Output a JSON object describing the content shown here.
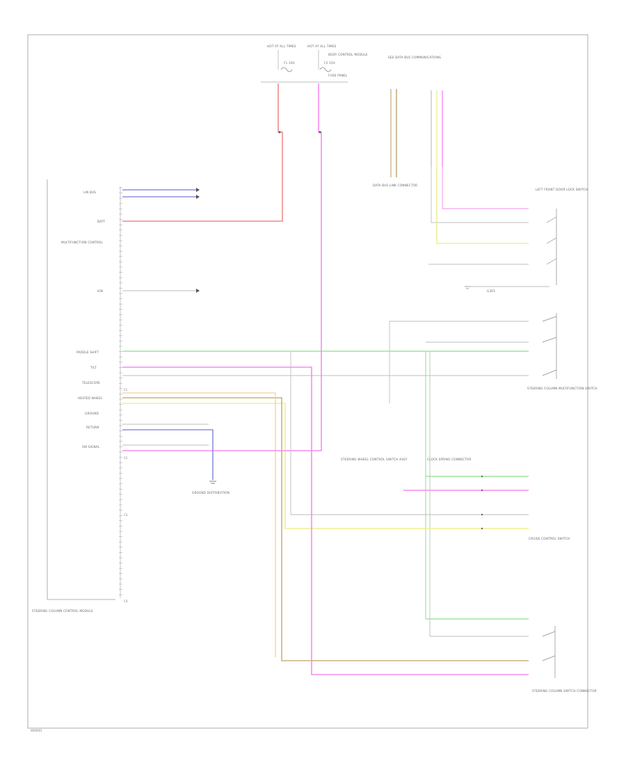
{
  "colors": {
    "red": "#f08a8a",
    "magenta": "#f58cf0",
    "green": "#9ee59e",
    "blue": "#8f8fe0",
    "yellow": "#f0ef92",
    "tan": "#c9b27f",
    "orange": "#f2c58a",
    "gray": "#bdbdbd",
    "frame": "#9a9a9a"
  },
  "icons": [
    "ground-icon",
    "switch-icon",
    "splice-dot-icon",
    "connector-arrow-icon"
  ],
  "labels": {
    "hot_at_all_times_1": "HOT AT ALL TIMES",
    "hot_at_all_times_2": "HOT AT ALL TIMES",
    "fuse_1": "F1 10A",
    "fuse_2": "F2 15A",
    "fuse_box": "BODY CONTROL MODULE",
    "fuse_box_2": "FUSE PANEL",
    "data_bus_note": "SEE DATA BUS COMMUNICATIONS",
    "data_bus_connector": "DATA BUS LINK CONNECTOR",
    "left_front_door": "LEFT FRONT DOOR LOCK SWITCH",
    "ground_bolt": "G301",
    "steering_column_switch": "STEERING COLUMN MULTIFUNCTION SWITCH",
    "sub_assy": "STEERING WHEEL CONTROL SWITCH ASSY",
    "clock_spring": "CLOCK SPRING CONNECTOR",
    "steering_column_lower": "STEERING COLUMN SWITCH CONNECTOR",
    "module_name": "STEERING COLUMN CONTROL MODULE",
    "module_body": "MULTIFUNCTION CONTROL",
    "ground_below": "GROUND DISTRIBUTION",
    "cruise_sw": "CRUISE CONTROL SWITCH",
    "left_lbl_1": "LIN BUS",
    "left_lbl_2": "BATT",
    "left_lbl_3": "GROUND",
    "left_lbl_4": "PADDLE SHIFT",
    "left_lbl_5": "TILT",
    "left_lbl_6": "TELESCOPE",
    "left_lbl_7": "HEATED WHEEL",
    "left_lbl_8": "RETURN",
    "left_lbl_9": "SW SIGNAL",
    "left_lbl_10": "IGN",
    "pin_a": "C1",
    "pin_b": "C2",
    "pin_c": "C3",
    "pin_d": "C4",
    "page_ref": "W00001"
  }
}
